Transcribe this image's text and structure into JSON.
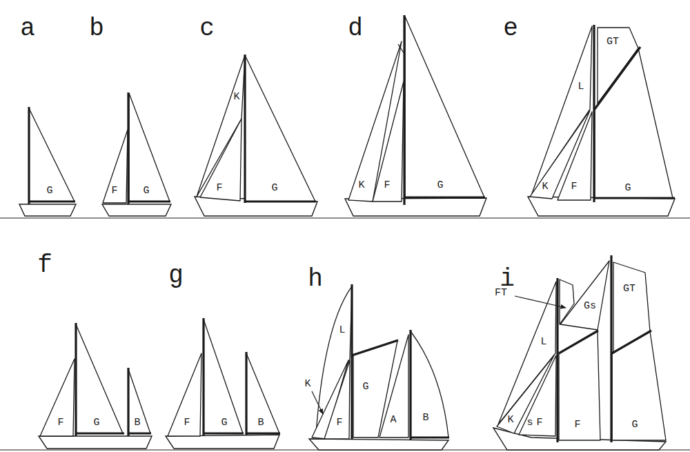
{
  "diagram": {
    "labels": [
      "a",
      "G",
      "b",
      "F",
      "G",
      "c",
      "K",
      "F",
      "G",
      "d",
      "K",
      "F",
      "G",
      "e",
      "GT",
      "L",
      "K",
      "F",
      "G",
      "f",
      "F",
      "G",
      "B",
      "g",
      "F",
      "G",
      "B",
      "h",
      "L",
      "K",
      "G",
      "F",
      "A",
      "B",
      "i",
      "FT",
      "Gs",
      "GT",
      "L",
      "K",
      "s",
      "F",
      "F",
      "G"
    ]
  }
}
